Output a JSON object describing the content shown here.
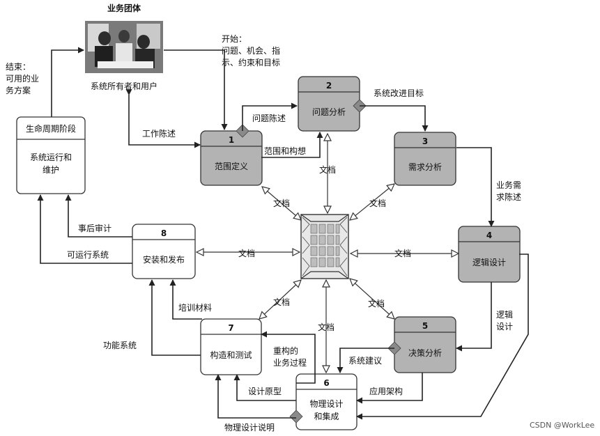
{
  "top_group": {
    "title": "业务团体",
    "caption": "系统所有者和用户"
  },
  "start_label": [
    "开始：",
    "问题、机会、指",
    "示、约束和目标"
  ],
  "end_label": [
    "结束：",
    "可用的业",
    "务方案"
  ],
  "lifecycle": {
    "header": "生命周期阶段",
    "body": [
      "系统运行和",
      "维护"
    ]
  },
  "stages": [
    {
      "num": "1",
      "label": "范围定义",
      "fill": "#b3b3b3"
    },
    {
      "num": "2",
      "label": "问题分析",
      "fill": "#b3b3b3"
    },
    {
      "num": "3",
      "label": "需求分析",
      "fill": "#b3b3b3"
    },
    {
      "num": "4",
      "label": "逻辑设计",
      "fill": "#b3b3b3"
    },
    {
      "num": "5",
      "label": "决策分析",
      "fill": "#b3b3b3"
    },
    {
      "num": "6",
      "label": [
        "物理设计",
        "和集成"
      ],
      "fill": "#ffffff"
    },
    {
      "num": "7",
      "label": "构造和测试",
      "fill": "#ffffff"
    },
    {
      "num": "8",
      "label": "安装和发布",
      "fill": "#ffffff"
    }
  ],
  "flow_labels": {
    "work_statement": "工作陈述",
    "problem_statement": "问题陈述",
    "scope_vision": "范围和构想",
    "improvement_goals": "系统改进目标",
    "business_req": [
      "业务需",
      "求陈述"
    ],
    "logical_design": [
      "逻辑",
      "设计"
    ],
    "system_proposal": "系统建议",
    "app_architecture": "应用架构",
    "design_prototype": "设计原型",
    "restructured": [
      "重构的",
      "业务过程"
    ],
    "physical_design_spec": "物理设计说明",
    "training": "培训材料",
    "functional_system": "功能系统",
    "operational_system": "可运行系统",
    "post_audit": "事后审计"
  },
  "doc_label": "文档",
  "watermark": "CSDN @WorkLee",
  "colors": {
    "shaded_box": "#b3b3b3",
    "diamond": "#8a8a8a",
    "repository": "#b8b8b8"
  }
}
